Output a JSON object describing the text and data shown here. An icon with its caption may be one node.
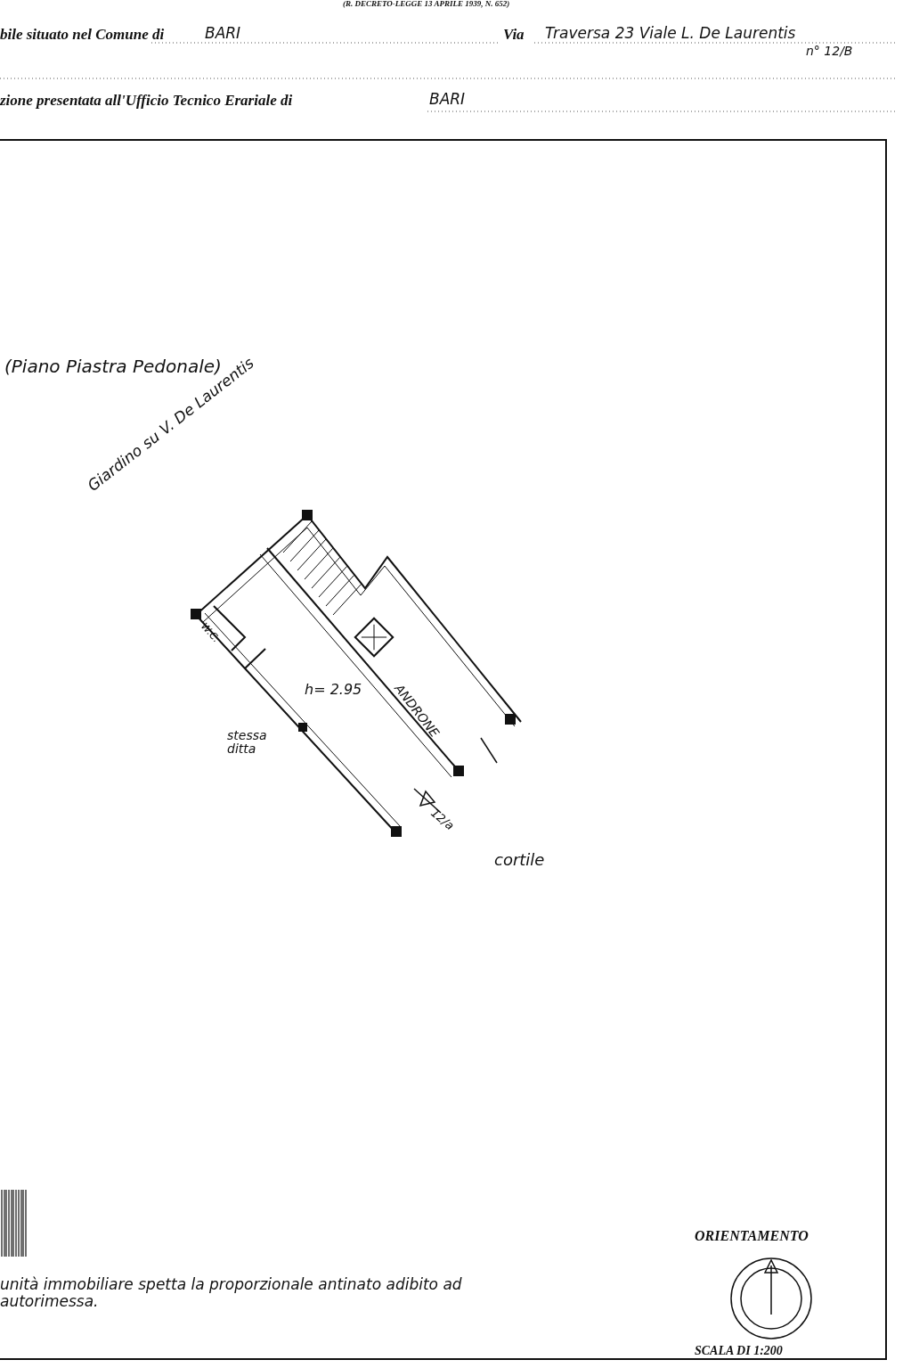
{
  "diagram": {
    "labels": [
      "(R. DECRETO-LEGGE 13 APRILE 1939, N. 652)",
      "bile situato nel Comune di",
      "BARI",
      "Via",
      "Traversa 23 Viale L. De Laurentis",
      "n° 12/B",
      "zione presentata all'Ufficio Tecnico Erariale di",
      "BARI",
      "(Piano Piastra Pedonale)",
      "Giardino su V. De Laurentis",
      "W.C.",
      "h= 2.95",
      "ANDRONE",
      "stessa ditta",
      "12/a",
      "cortile",
      "ORIENTAMENTO",
      "unità immobiliare spetta la proporzionale antinato adibito ad autorimessa.",
      "SCALA DI 1:200"
    ]
  }
}
